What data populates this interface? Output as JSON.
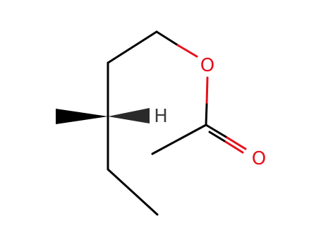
{
  "molecule": {
    "atoms": {
      "oxygen_ester": {
        "symbol": "O",
        "color": "#e8101c"
      },
      "oxygen_carbonyl": {
        "symbol": "O",
        "color": "#e8101c"
      },
      "hydrogen_stereo": {
        "symbol": "H",
        "color": "#3c3c3c"
      }
    },
    "bond_color": "#000000",
    "hetero_bond_color": "#e8101c"
  }
}
